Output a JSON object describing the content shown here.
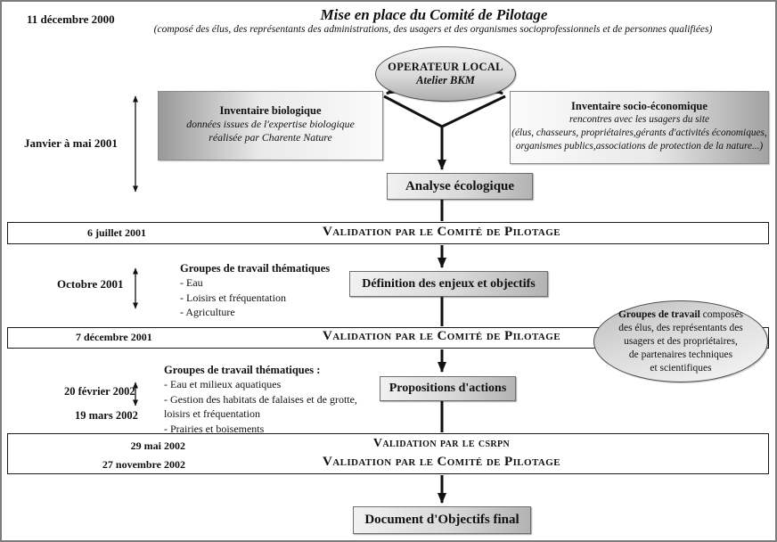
{
  "colors": {
    "frame": "#7d7d7d",
    "band_border": "#1a1a1a",
    "box_border": "#6e6e6e",
    "gradient_dark": "#999999",
    "gradient_light": "#fbfbfb",
    "line_color": "#111111"
  },
  "header": {
    "date": "11 décembre 2000",
    "title": "Mise en place du Comité de Pilotage",
    "subtitle": "(composé des élus, des représentants des administrations, des usagers et des organismes socioprofessionnels et de personnes qualifiées)"
  },
  "operator": {
    "name": "OPERATEUR LOCAL",
    "subname": "Atelier BKM"
  },
  "inventories": {
    "period": "Janvier à mai 2001",
    "biological": {
      "title": "Inventaire biologique",
      "body": "données issues de l'expertise biologique\nréalisée par Charente Nature"
    },
    "socio_economic": {
      "title": "Inventaire socio-économique",
      "body": "rencontres avec les usagers du site\n(élus, chasseurs, propriétaires,gérants d'activités économiques,\norganismes publics,associations de protection de la nature...)"
    }
  },
  "steps": {
    "analysis": "Analyse écologique",
    "objectives": "Définition des enjeux et objectifs",
    "actions": "Propositions d'actions",
    "final": "Document d'Objectifs final"
  },
  "validations": {
    "v1": {
      "date": "6 juillet 2001",
      "text": "Validation par le Comité de Pilotage"
    },
    "v2": {
      "date": "7 décembre 2001",
      "text": "Validation par le Comité de Pilotage"
    },
    "v3": {
      "date1": "29 mai 2002",
      "date2": "27 novembre 2002",
      "text1": "Validation par le csrpn",
      "text2": "Validation par le Comité de Pilotage"
    }
  },
  "workgroups1": {
    "period": "Octobre 2001",
    "title": "Groupes de travail thématiques",
    "items": [
      "- Eau",
      "- Loisirs et fréquentation",
      "- Agriculture"
    ]
  },
  "workgroups2": {
    "date1": "20 février 2002",
    "date2": "19 mars 2002",
    "title": "Groupes de travail thématiques :",
    "items": [
      "- Eau et milieux aquatiques",
      "- Gestion des habitats de falaises et de grotte,\n   loisirs et fréquentation",
      "- Prairies et boisements"
    ]
  },
  "side_group": {
    "bold": "Groupes de travail",
    "rest": " composés\ndes élus, des représentants des\nusagers et des propriétaires,\nde partenaires techniques\net scientifiques"
  }
}
